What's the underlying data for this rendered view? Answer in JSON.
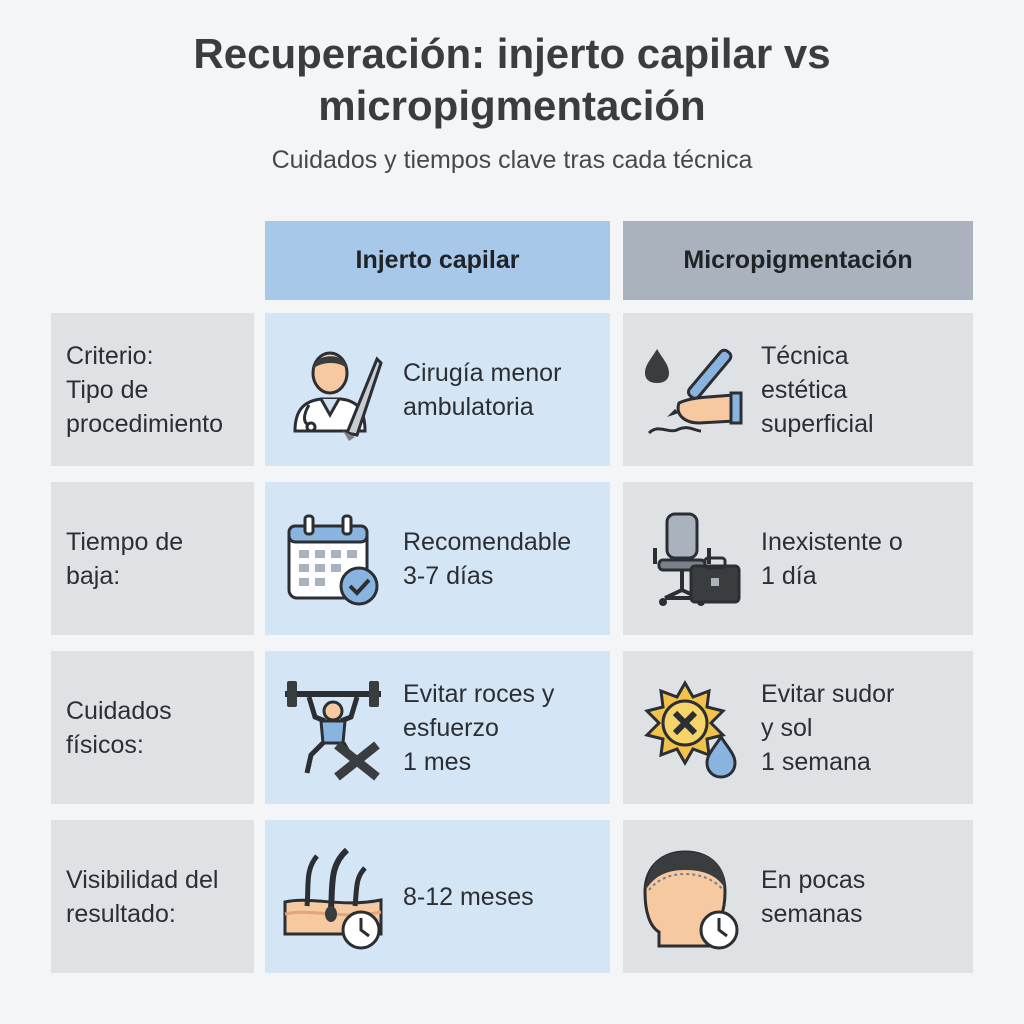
{
  "title_line1": "Recuperación: injerto capilar vs",
  "title_line2": "micropigmentación",
  "subtitle": "Cuidados y tiempos clave tras cada técnica",
  "columns": {
    "a": "Injerto capilar",
    "b": "Micropigmentación"
  },
  "rows": [
    {
      "criterion": "Criterio:\nTipo de\nprocedimiento",
      "a": "Cirugía menor\nambulatoria",
      "b": "Técnica\nestética\nsuperficial",
      "icon_a": "doctor-scalpel-icon",
      "icon_b": "ink-pen-hand-icon"
    },
    {
      "criterion": "Tiempo de\nbaja:",
      "a": "Recomendable\n3-7 días",
      "b": "Inexistente o\n1 día",
      "icon_a": "calendar-check-icon",
      "icon_b": "office-chair-briefcase-icon"
    },
    {
      "criterion": "Cuidados\nfísicos:",
      "a": "Evitar roces y\nesfuerzo\n1 mes",
      "b": "Evitar sudor\ny sol\n1 semana",
      "icon_a": "weightlifting-cross-icon",
      "icon_b": "sun-sweat-cross-icon"
    },
    {
      "criterion": "Visibilidad del\nresultado:",
      "a": "8-12 meses",
      "b": "En pocas\nsemanas",
      "icon_a": "hair-follicle-clock-icon",
      "icon_b": "head-clock-icon"
    }
  ],
  "colors": {
    "header_a": "#a7c8e8",
    "header_b": "#a9b2bd",
    "cell_a": "#d4e5f6",
    "cell_b": "#dfe2e5",
    "criterion": "#dfe1e4"
  }
}
